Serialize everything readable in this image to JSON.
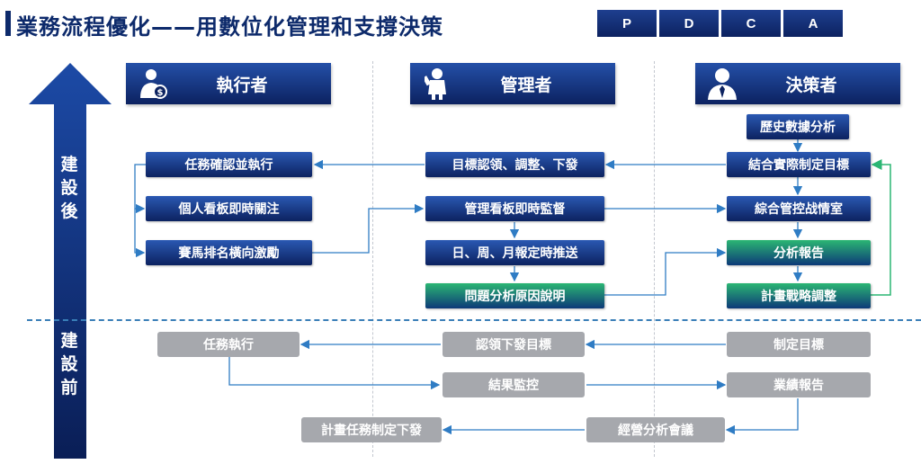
{
  "title": "業務流程優化——用數位化管理和支撐決策",
  "pdca": [
    "P",
    "D",
    "C",
    "A"
  ],
  "axis": {
    "after_label": "建設後",
    "before_label": "建設前"
  },
  "roles": {
    "executor": "執行者",
    "manager": "管理者",
    "decision_maker": "決策者"
  },
  "after": {
    "exec": [
      "任務確認並執行",
      "個人看板即時關注",
      "賽馬排名橫向激勵"
    ],
    "mgr": [
      "目標認領、調整、下發",
      "管理看板即時監督",
      "日、周、月報定時推送",
      "問題分析原因說明"
    ],
    "dec": [
      "歷史數據分析",
      "結合實際制定目標",
      "綜合管控战情室",
      "分析報告",
      "計畫戰略調整"
    ]
  },
  "before": {
    "exec": [
      "任務執行",
      "計畫任務制定下發"
    ],
    "mgr": [
      "認領下發目標",
      "結果監控"
    ],
    "dec": [
      "制定目標",
      "業績報告",
      "經營分析會議"
    ]
  },
  "colors": {
    "navy": "#0c2260",
    "blue": "#2a58b2",
    "green": "#2bb673",
    "gray": "#a6a8ad",
    "arrow_line": "#2f7cc4"
  }
}
